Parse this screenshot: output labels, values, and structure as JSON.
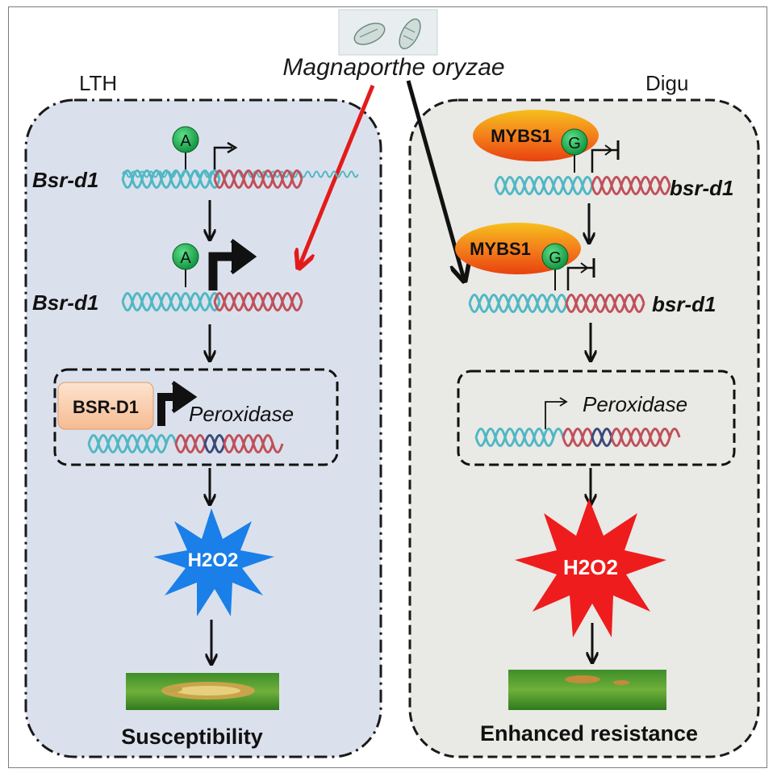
{
  "title": "Magnaporthe oryzae",
  "left_panel": {
    "label": "LTH",
    "allele_label": "A",
    "gene_label_1": "Bsr-d1",
    "gene_label_2": "Bsr-d1",
    "protein_label": "BSR-D1",
    "target_gene": "Peroxidase",
    "ros_label": "H2O2",
    "outcome": "Susceptibility"
  },
  "right_panel": {
    "label": "Digu",
    "allele_label": "G",
    "tf_label_1": "MYBS1",
    "tf_label_2": "MYBS1",
    "gene_label_1": "bsr-d1",
    "gene_label_2": "bsr-d1",
    "target_gene": "Peroxidase",
    "ros_label": "H2O2",
    "outcome": "Enhanced resistance"
  },
  "colors": {
    "left_panel_bg": "#dbe1ec",
    "right_panel_bg": "#e9e9e6",
    "dna_teal": "#4fb8c4",
    "dna_red": "#c0505a",
    "dna_navy": "#3b4a7a",
    "snp_green": "#1aa84a",
    "tf_orange": "#f06a18",
    "ros_blue": "#1a7fe8",
    "ros_red": "#ee1c1c",
    "pathogen_arrow": "#e31b1b"
  },
  "icons": [
    "pathogen-spore-icon",
    "leaf-lesion-icon",
    "transcription-start-icon"
  ]
}
